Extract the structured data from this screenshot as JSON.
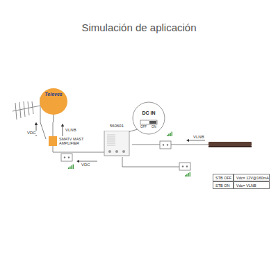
{
  "diagram": {
    "title": "Simulación de aplicación",
    "nodes": [
      {
        "text": [
          "Televes"
        ]
      },
      {
        "text": [
          "SMATV MAST AMPLIFIER"
        ]
      },
      {
        "text": [
          "560601"
        ]
      },
      {
        "text": [
          "DC IN",
          "OFF",
          "ON"
        ]
      }
    ],
    "edges": [
      {
        "from": 0,
        "to": 1,
        "arrow": "none"
      },
      {
        "from": 1,
        "to": 2,
        "arrow": "none"
      },
      {
        "from": 3,
        "to": 2,
        "arrow": "none"
      }
    ],
    "labels": [
      "VDC",
      "VLNB",
      "VDC",
      "VLNB",
      "STB OFF",
      "Vdc= 12V@160mA",
      "STB ON",
      "Vdc= VLNB"
    ]
  }
}
